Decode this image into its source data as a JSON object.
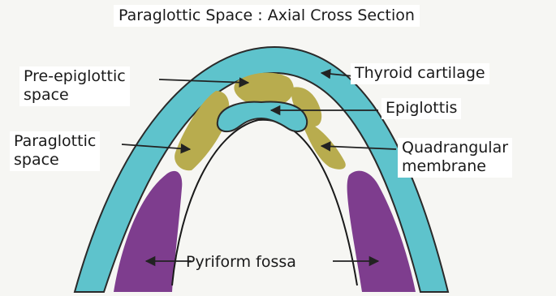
{
  "title": "Paraglottic Space : Axial Cross Section",
  "labels": {
    "pre_epiglottic": "Pre-epiglottic\nspace",
    "paraglottic": "Paraglottic\nspace",
    "thyroid": "Thyroid cartilage",
    "epiglottis": "Epiglottis",
    "quadrangular": "Quadrangular\nmembrane",
    "pyriform": "Pyriform fossa"
  },
  "colors": {
    "cartilage": "#5ec3cc",
    "cartilage_outline": "#2a2a2a",
    "fat_space": "#b8ac4e",
    "pyriform": "#7e3d8e",
    "background": "#f6f6f3",
    "arrow": "#222222"
  }
}
